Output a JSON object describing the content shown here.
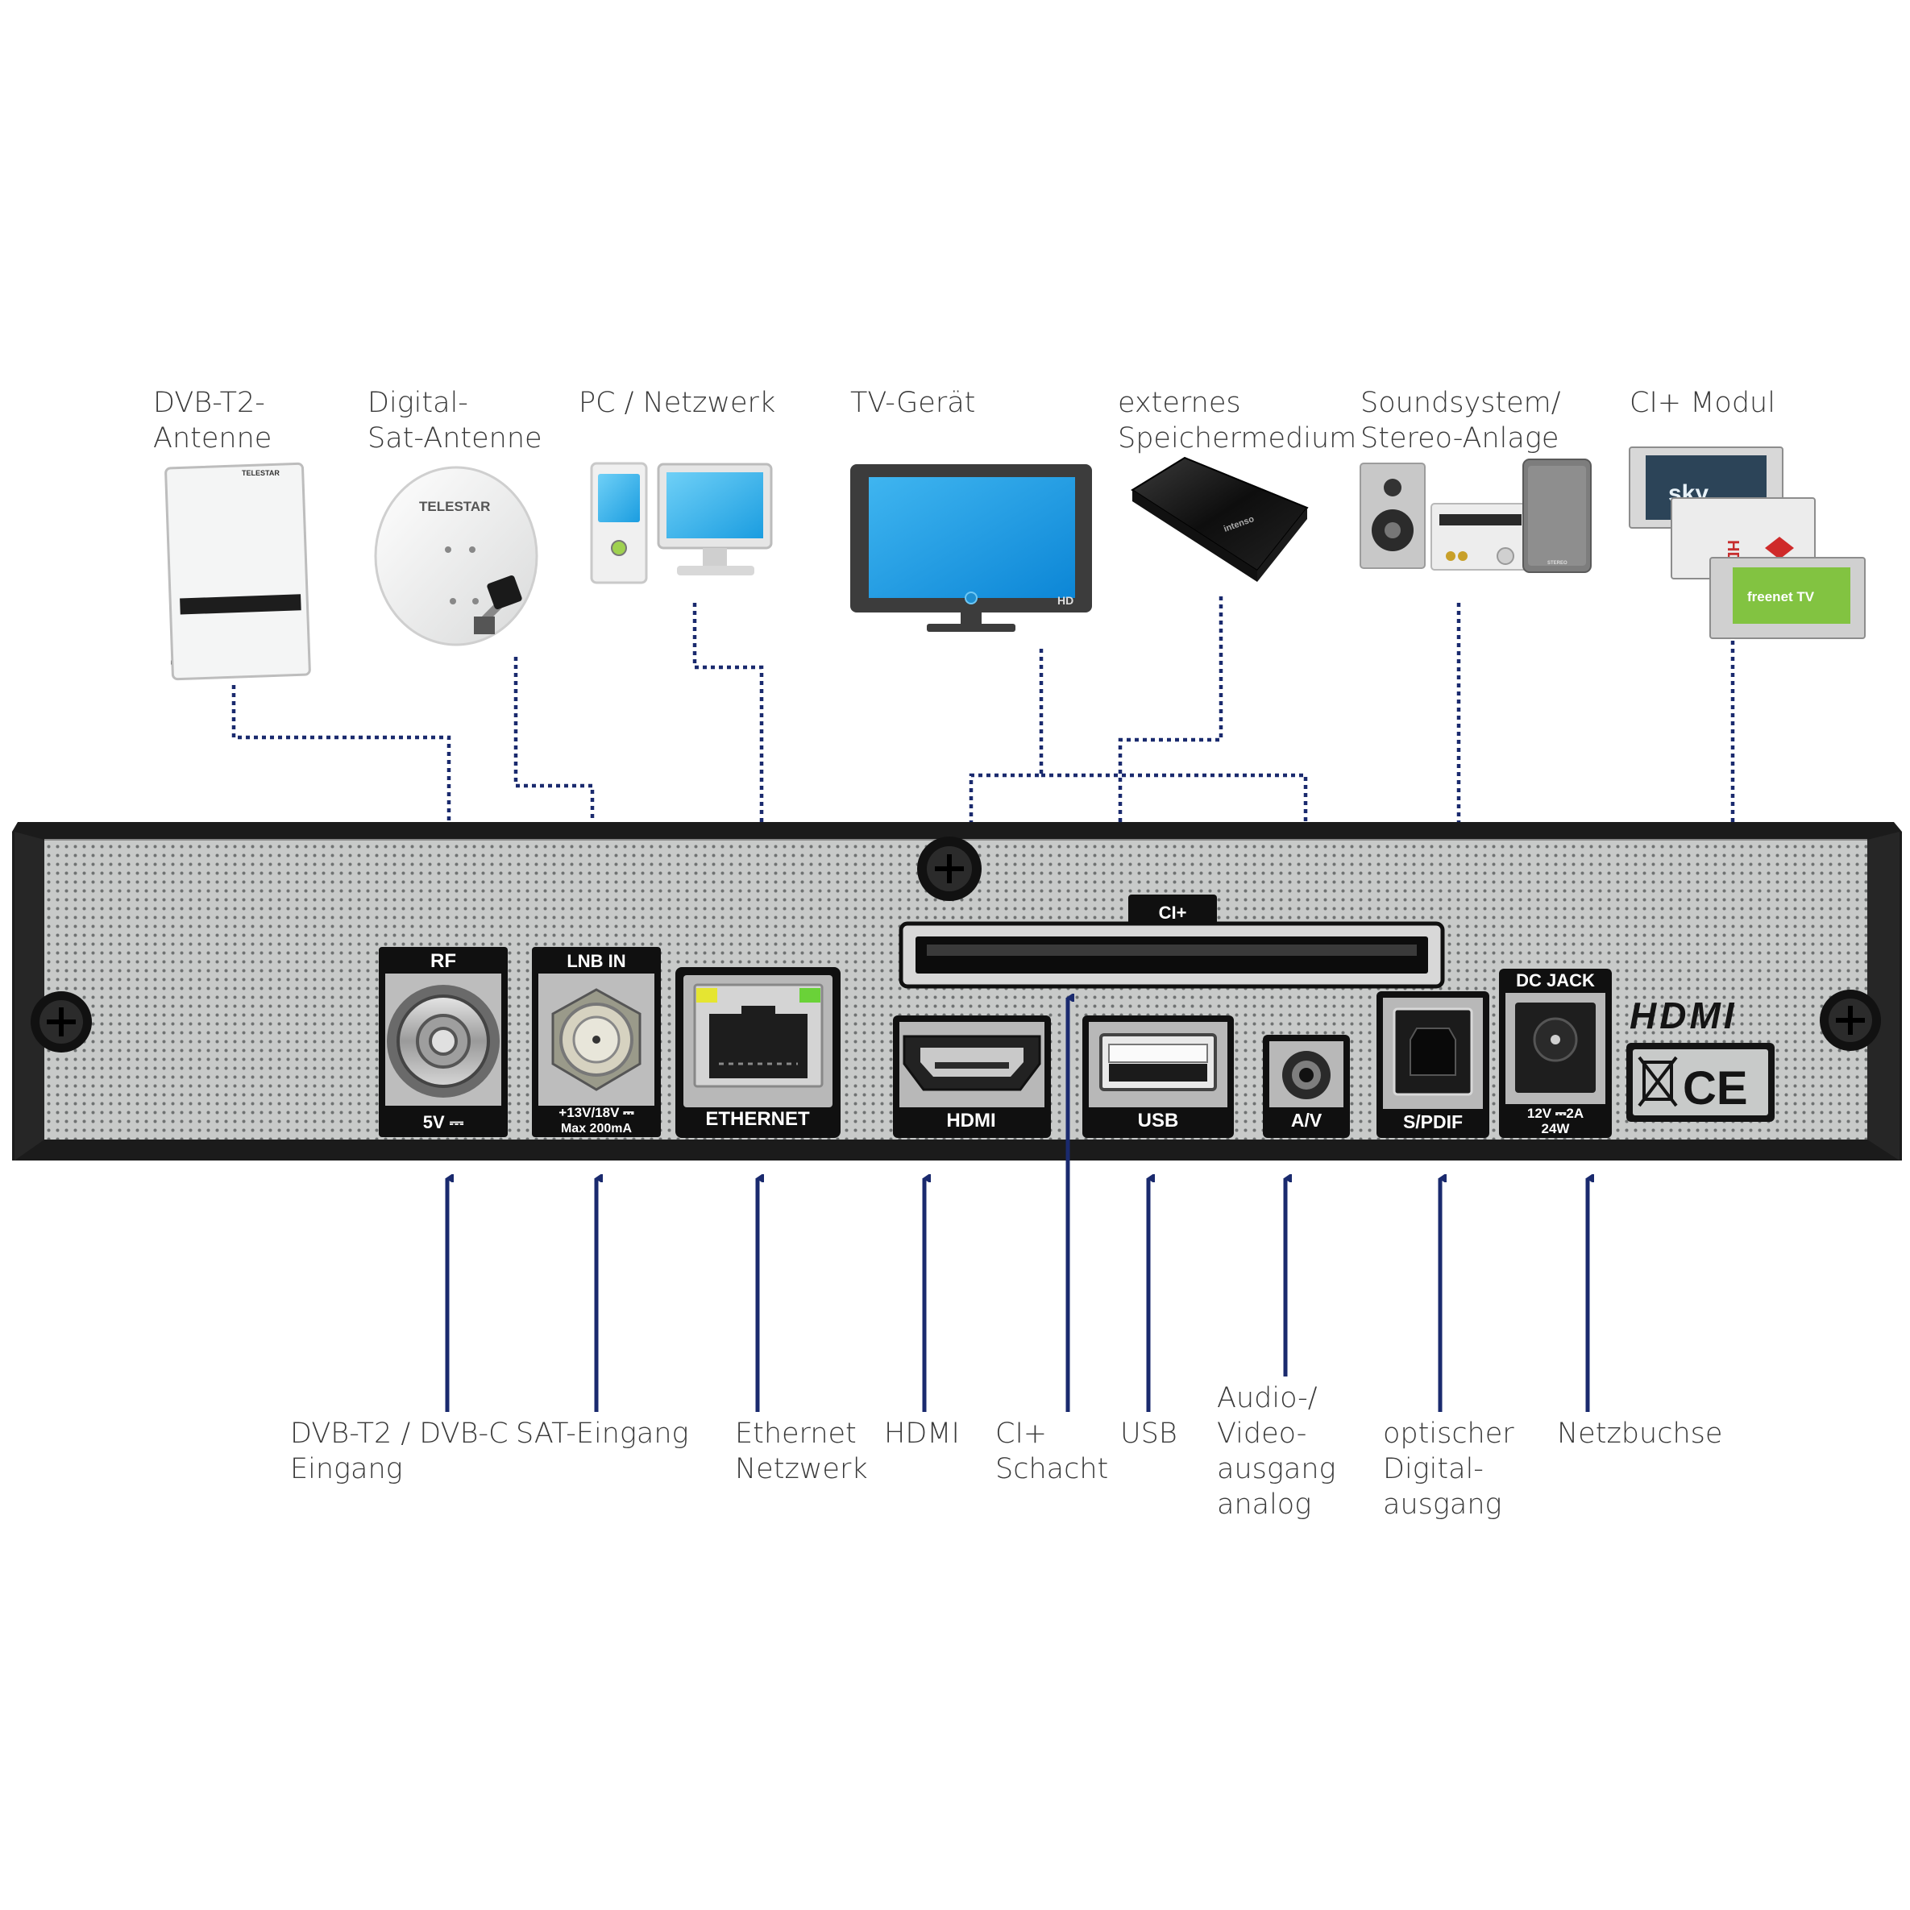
{
  "devices": [
    {
      "id": "antenna",
      "lines": [
        "DVB-T2-",
        "Antenne"
      ]
    },
    {
      "id": "sat",
      "lines": [
        "Digital-",
        "Sat-Antenne"
      ]
    },
    {
      "id": "pc",
      "lines": [
        "PC / Netzwerk"
      ]
    },
    {
      "id": "tv",
      "lines": [
        "TV-Gerät"
      ]
    },
    {
      "id": "storage",
      "lines": [
        "externes",
        "Speichermedium"
      ]
    },
    {
      "id": "sound",
      "lines": [
        "Soundsystem/",
        "Stereo-Anlage"
      ]
    },
    {
      "id": "ci",
      "lines": [
        "CI+ Modul"
      ]
    }
  ],
  "device_brand": {
    "telestar": "TELESTAR",
    "tv_hd": "HD",
    "intenso": "intenso",
    "stereo": "STEREO",
    "hd_modul": "HD+ MODUL",
    "freenet": "freenet TV",
    "sky": "sky"
  },
  "panel": {
    "ports": {
      "rf": {
        "top": "RF",
        "bottom": "5V ⎓"
      },
      "lnb": {
        "top": "LNB IN",
        "bottom": "+13V/18V ⎓",
        "bottom2": "Max 200mA"
      },
      "ethernet": {
        "bottom": "ETHERNET"
      },
      "hdmi": {
        "bottom": "HDMI"
      },
      "ci": {
        "top": "CI+"
      },
      "usb": {
        "bottom": "USB"
      },
      "av": {
        "bottom": "A/V"
      },
      "spdif": {
        "bottom": "S/PDIF"
      },
      "dc": {
        "top": "DC JACK",
        "bottom": "12V ⎓2A",
        "bottom2": "24W"
      }
    },
    "logos": {
      "hdmi": "HDMI",
      "ce": "CE"
    }
  },
  "ports_labels": [
    {
      "id": "rf",
      "lines": [
        "DVB-T2 / DVB-C",
        "Eingang"
      ]
    },
    {
      "id": "sat",
      "lines": [
        "SAT-Eingang"
      ]
    },
    {
      "id": "eth",
      "lines": [
        "Ethernet",
        "Netzwerk"
      ]
    },
    {
      "id": "hdmi",
      "lines": [
        "HDMI"
      ]
    },
    {
      "id": "ci",
      "lines": [
        "CI+",
        "Schacht"
      ]
    },
    {
      "id": "usb",
      "lines": [
        "USB"
      ]
    },
    {
      "id": "av",
      "lines": [
        "Audio-/",
        "Video-",
        "ausgang",
        "analog"
      ]
    },
    {
      "id": "spdif",
      "lines": [
        "optischer",
        "Digital-",
        "ausgang"
      ]
    },
    {
      "id": "power",
      "lines": [
        "Netzbuchse"
      ]
    }
  ],
  "colors": {
    "connector": "#1a2a6e",
    "panel": "#c9cbcb",
    "chassis": "#1b1b1b",
    "text": "#3a3a3a"
  }
}
